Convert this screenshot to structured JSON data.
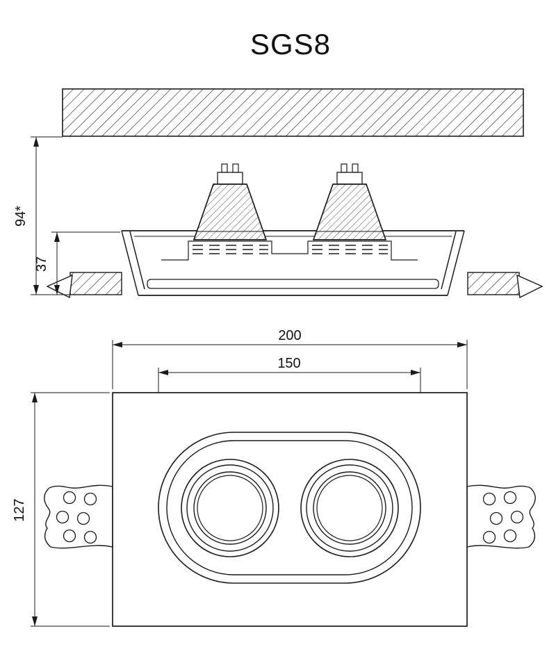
{
  "title": "SGS8",
  "colors": {
    "line": "#1a1a1a",
    "background": "#ffffff"
  },
  "side_view": {
    "dim_total_height": "94*",
    "dim_recess_depth": "37"
  },
  "front_view": {
    "dim_outer_width": "200",
    "dim_cutout_width": "150",
    "dim_height": "127"
  }
}
